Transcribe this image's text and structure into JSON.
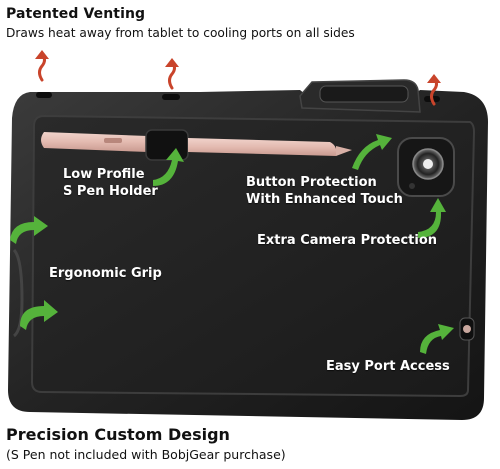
{
  "header": {
    "title": "Patented Venting",
    "subtitle": "Draws heat away from tablet to cooling ports on all sides"
  },
  "callouts": {
    "pen_holder": [
      "Low Profile",
      "S Pen Holder"
    ],
    "button_protection": [
      "Button Protection",
      "With Enhanced Touch"
    ],
    "camera": "Extra Camera Protection",
    "grip": "Ergonomic Grip",
    "port": "Easy Port Access"
  },
  "footer": {
    "title": "Precision Custom Design",
    "subtitle": "(S Pen not included with BobjGear purchase)"
  },
  "colors": {
    "case": "#1e1e1e",
    "case_rim": "#3a3a3a",
    "arrow_green": "#55b33b",
    "vent_arrow": "#c9442b",
    "pen_pink": "#e7c1b8"
  },
  "icons": {
    "vent_arrows": "wavy-up-arrow-icon",
    "callout_arrows": "curved-arrow-icon"
  }
}
